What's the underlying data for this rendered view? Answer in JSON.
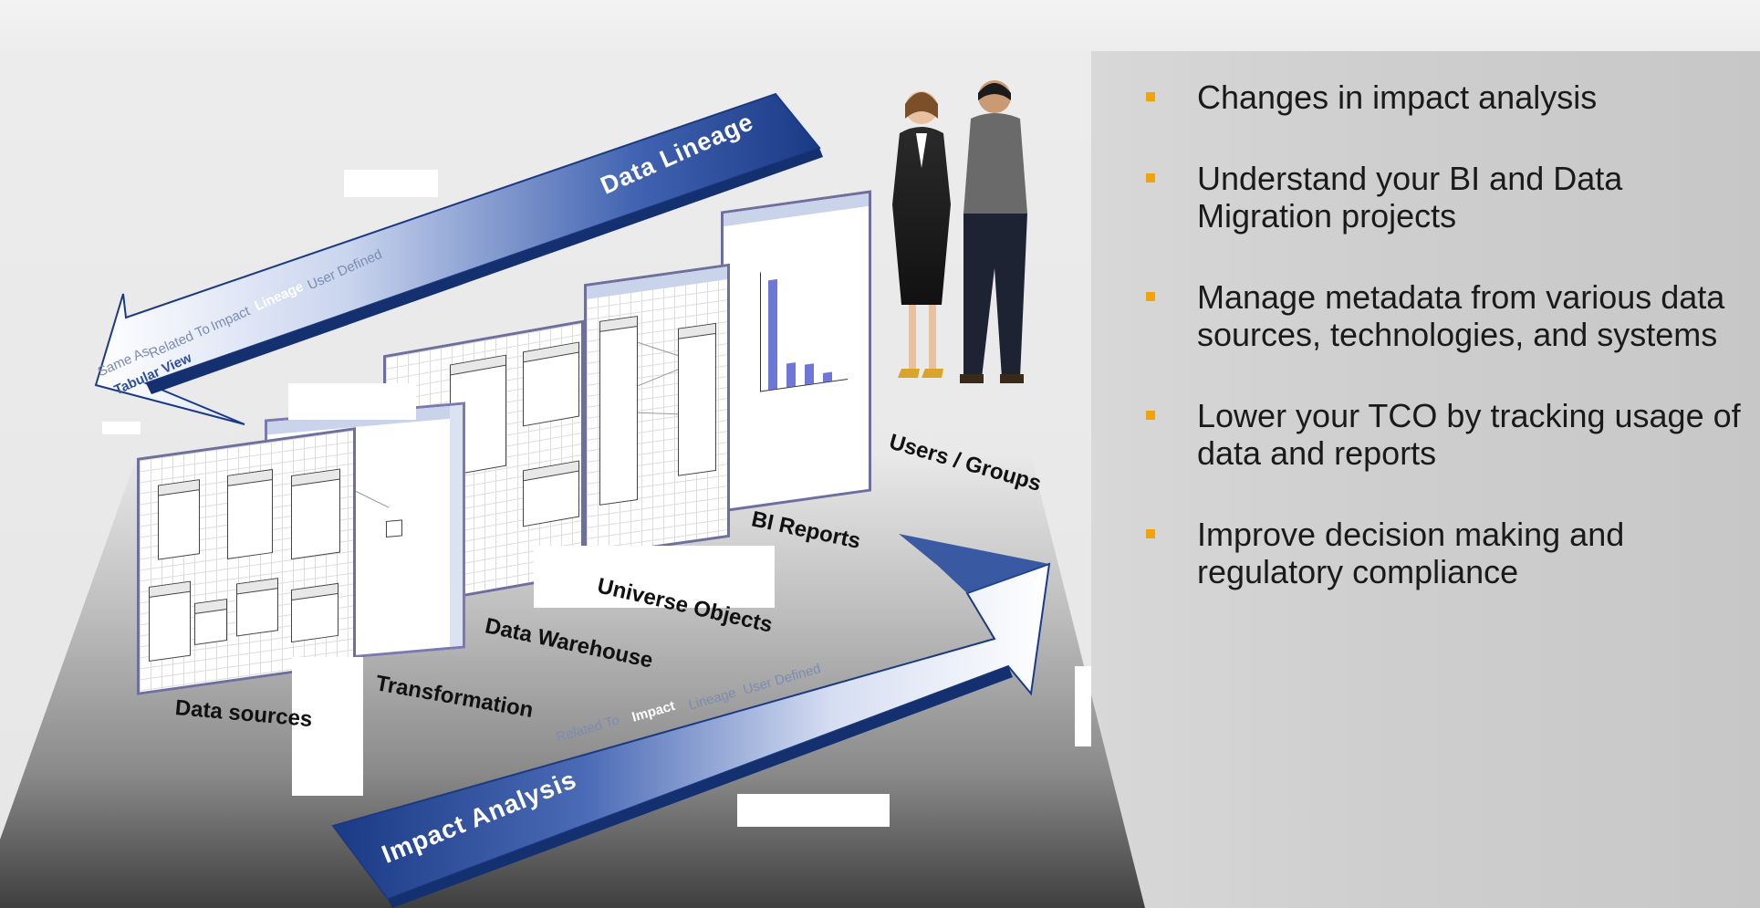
{
  "bullets": [
    "Changes in impact analysis",
    "Understand your BI and Data Migration projects",
    "Manage metadata from various data sources, technologies, and systems",
    "Lower your TCO by tracking usage of data and reports",
    "Improve decision making and regulatory compliance"
  ],
  "diagram": {
    "top_arrow_label": "Data Lineage",
    "bottom_arrow_label": "Impact Analysis",
    "top_tabs": [
      "Same As",
      "Related To",
      "Impact",
      "Lineage",
      "User Defined"
    ],
    "top_tabs_active": "Lineage",
    "top_subtab": "Tabular View",
    "bottom_tabs": [
      "Related To",
      "Impact",
      "Lineage",
      "User Defined"
    ],
    "bottom_tabs_active": "Impact",
    "stages": [
      "Data sources",
      "Transformation",
      "Data Warehouse",
      "Universe Objects",
      "BI Reports",
      "Users / Groups"
    ]
  },
  "colors": {
    "bullet_marker": "#f0a30a",
    "arrow_blue": "#1f3f8f",
    "panel_border": "#6f6f9e"
  },
  "icons": {
    "people": "two-business-people-image"
  }
}
